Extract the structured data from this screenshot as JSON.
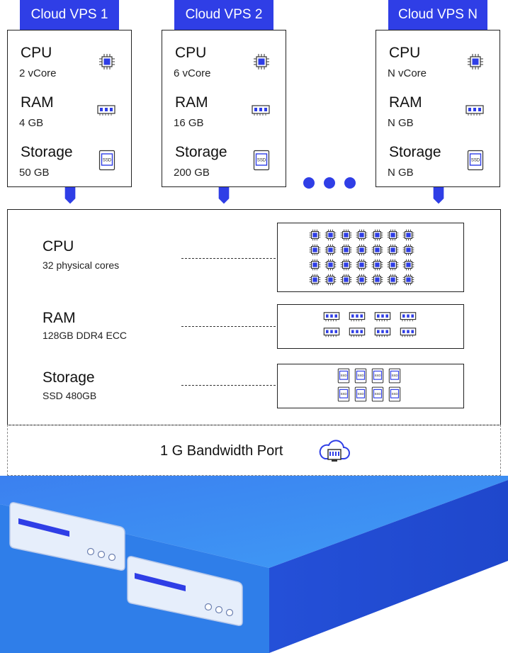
{
  "vps": [
    {
      "title": "Cloud VPS 1",
      "cpu_label": "CPU",
      "cpu_value": "2 vCore",
      "ram_label": "RAM",
      "ram_value": "4 GB",
      "storage_label": "Storage",
      "storage_value": "50 GB"
    },
    {
      "title": "Cloud VPS 2",
      "cpu_label": "CPU",
      "cpu_value": "6 vCore",
      "ram_label": "RAM",
      "ram_value": "16 GB",
      "storage_label": "Storage",
      "storage_value": "200 GB"
    },
    {
      "title": "Cloud VPS N",
      "cpu_label": "CPU",
      "cpu_value": "N vCore",
      "ram_label": "RAM",
      "ram_value": "N GB",
      "storage_label": "Storage",
      "storage_value": "N GB"
    }
  ],
  "host": {
    "cpu": {
      "label": "CPU",
      "value": "32 physical cores",
      "icon_count": 28
    },
    "ram": {
      "label": "RAM",
      "value": "128GB DDR4 ECC",
      "icon_count": 8
    },
    "storage": {
      "label": "Storage",
      "value": "SSD 480GB",
      "icon_count": 8
    }
  },
  "bandwidth": {
    "label": "1 G Bandwidth Port",
    "icon": "cloud-network-port-icon"
  },
  "icons": {
    "cpu": "cpu-chip-icon",
    "ram": "ram-module-icon",
    "ssd": "ssd-drive-icon",
    "ssd_text": "SSD"
  },
  "colors": {
    "accent": "#2f3ee6",
    "server_top": "#3d86f2",
    "server_side": "#1f4fd6"
  }
}
